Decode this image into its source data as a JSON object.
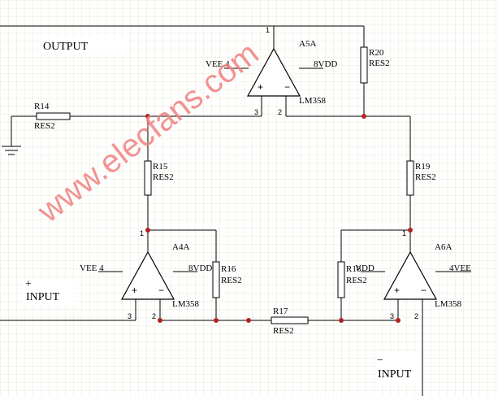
{
  "labels": {
    "output": "OUTPUT",
    "input_plus_sign": "+",
    "input_plus": "INPUT",
    "input_minus_sign": "−",
    "input_minus": "INPUT"
  },
  "opamps": {
    "a5": {
      "ref": "A5A",
      "part": "LM358",
      "vee": "VEE  4",
      "vdd": "8VDD",
      "pin_out": "1",
      "pin_in1": "3",
      "pin_in2": "2"
    },
    "a4": {
      "ref": "A4A",
      "part": "LM358",
      "vee": "VEE  4",
      "vdd": "8VDD",
      "pin_out": "1",
      "pin_in1": "3",
      "pin_in2": "2"
    },
    "a6": {
      "ref": "A6A",
      "part": "LM358",
      "vee": "4VEE",
      "vdd": "VDD",
      "pin_out": "1",
      "pin_in1": "3",
      "pin_in2": "2"
    }
  },
  "resistors": {
    "r14": {
      "ref": "R14",
      "type": "RES2"
    },
    "r15": {
      "ref": "R15",
      "type": "RES2"
    },
    "r16": {
      "ref": "R16",
      "type": "RES2"
    },
    "r17": {
      "ref": "R17",
      "type": "RES2"
    },
    "r18": {
      "ref": "R18",
      "type": "RES2"
    },
    "r19": {
      "ref": "R19",
      "type": "RES2"
    },
    "r20": {
      "ref": "R20",
      "type": "RES2"
    }
  },
  "watermark": "www.elecfans.com",
  "colors": {
    "wire": "#000000",
    "junction": "#b22222",
    "grid": "#d8d8b8",
    "watermark": "#f08080"
  }
}
